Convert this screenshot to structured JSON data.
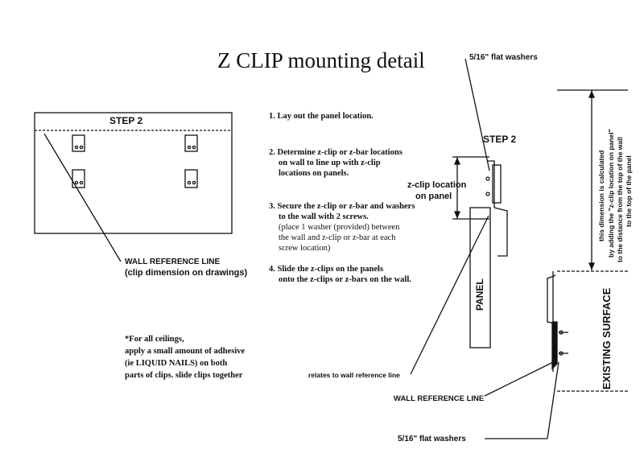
{
  "title": "Z CLIP mounting detail",
  "left_panel": {
    "step_label": "STEP 2",
    "wall_ref_line_label": "WALL REFERENCE LINE",
    "clip_dimension_note": "(clip dimension on drawings)"
  },
  "steps": [
    "1. Lay out the panel location.",
    "2. Determine z-clip or z-bar locations",
    "on wall to line up with z-clip",
    "locations on panels.",
    "3. Secure the z-clip or z-bar and washers",
    "to the wall with 2 screws.",
    "(place 1 washer (provided) between",
    "the wall and z-clip or z-bar at each",
    "screw location)",
    "4. Slide the z-clips on the panels",
    "onto the z-clips or z-bars on the wall."
  ],
  "ceiling_note": [
    "*For all ceilings,",
    "apply a small amount of adhesive",
    "(ie LIQUID NAILS) on both",
    "parts of clips. slide clips together"
  ],
  "side_view": {
    "top_washers": "5/16\" flat washers",
    "step_label": "STEP 2",
    "z_clip_location_1": "z-clip location",
    "z_clip_location_2": "on panel",
    "panel_label": "PANEL",
    "relates_label": "relates to wall reference line",
    "wall_ref_line_label": "WALL REFERENCE LINE",
    "bottom_washers": "5/16\" flat washers",
    "existing_surface": "EXISTING SURFACE",
    "dimension_note_1": "this dimension is calculated",
    "dimension_note_2": "by adding the \"z-clip location on panel\"",
    "dimension_note_3": "to the distance from the top of the wall",
    "dimension_note_4": "to the top of the panel"
  }
}
